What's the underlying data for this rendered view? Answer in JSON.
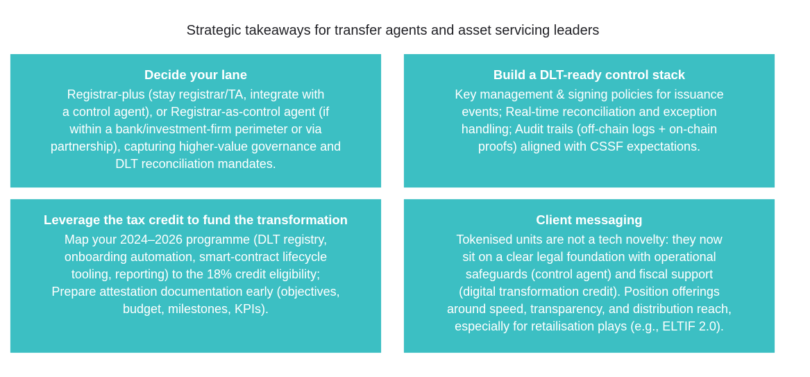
{
  "title": "Strategic takeaways for transfer agents and asset servicing leaders",
  "colors": {
    "box": "#3cbfc3",
    "text": "#ffffff"
  },
  "cards": [
    {
      "heading": "Decide your lane",
      "lines": [
        "Registrar-plus (stay registrar/TA, integrate with",
        "a control agent), or Registrar-as-control agent (if",
        "within a bank/investment-firm perimeter or via",
        "partnership), capturing higher-value governance and",
        "DLT reconciliation mandates."
      ]
    },
    {
      "heading": "Build a DLT-ready control stack",
      "lines": [
        "Key management & signing policies for issuance",
        "events; Real-time reconciliation and exception",
        "handling; Audit trails (off-chain logs + on-chain",
        "proofs) aligned with CSSF expectations."
      ]
    },
    {
      "heading": "Leverage the tax credit to fund the transformation",
      "lines": [
        "Map your 2024–2026 programme (DLT registry,",
        "onboarding automation, smart-contract lifecycle",
        "tooling, reporting) to the 18% credit eligibility;",
        "Prepare attestation documentation early (objectives,",
        "budget, milestones, KPIs)."
      ]
    },
    {
      "heading": "Client messaging",
      "lines": [
        "Tokenised units are not a tech novelty: they now",
        "sit on a clear legal foundation with operational",
        "safeguards (control agent) and fiscal support",
        "(digital transformation credit). Position offerings",
        "around speed, transparency, and distribution reach,",
        "especially for retailisation plays (e.g., ELTIF 2.0)."
      ]
    }
  ]
}
